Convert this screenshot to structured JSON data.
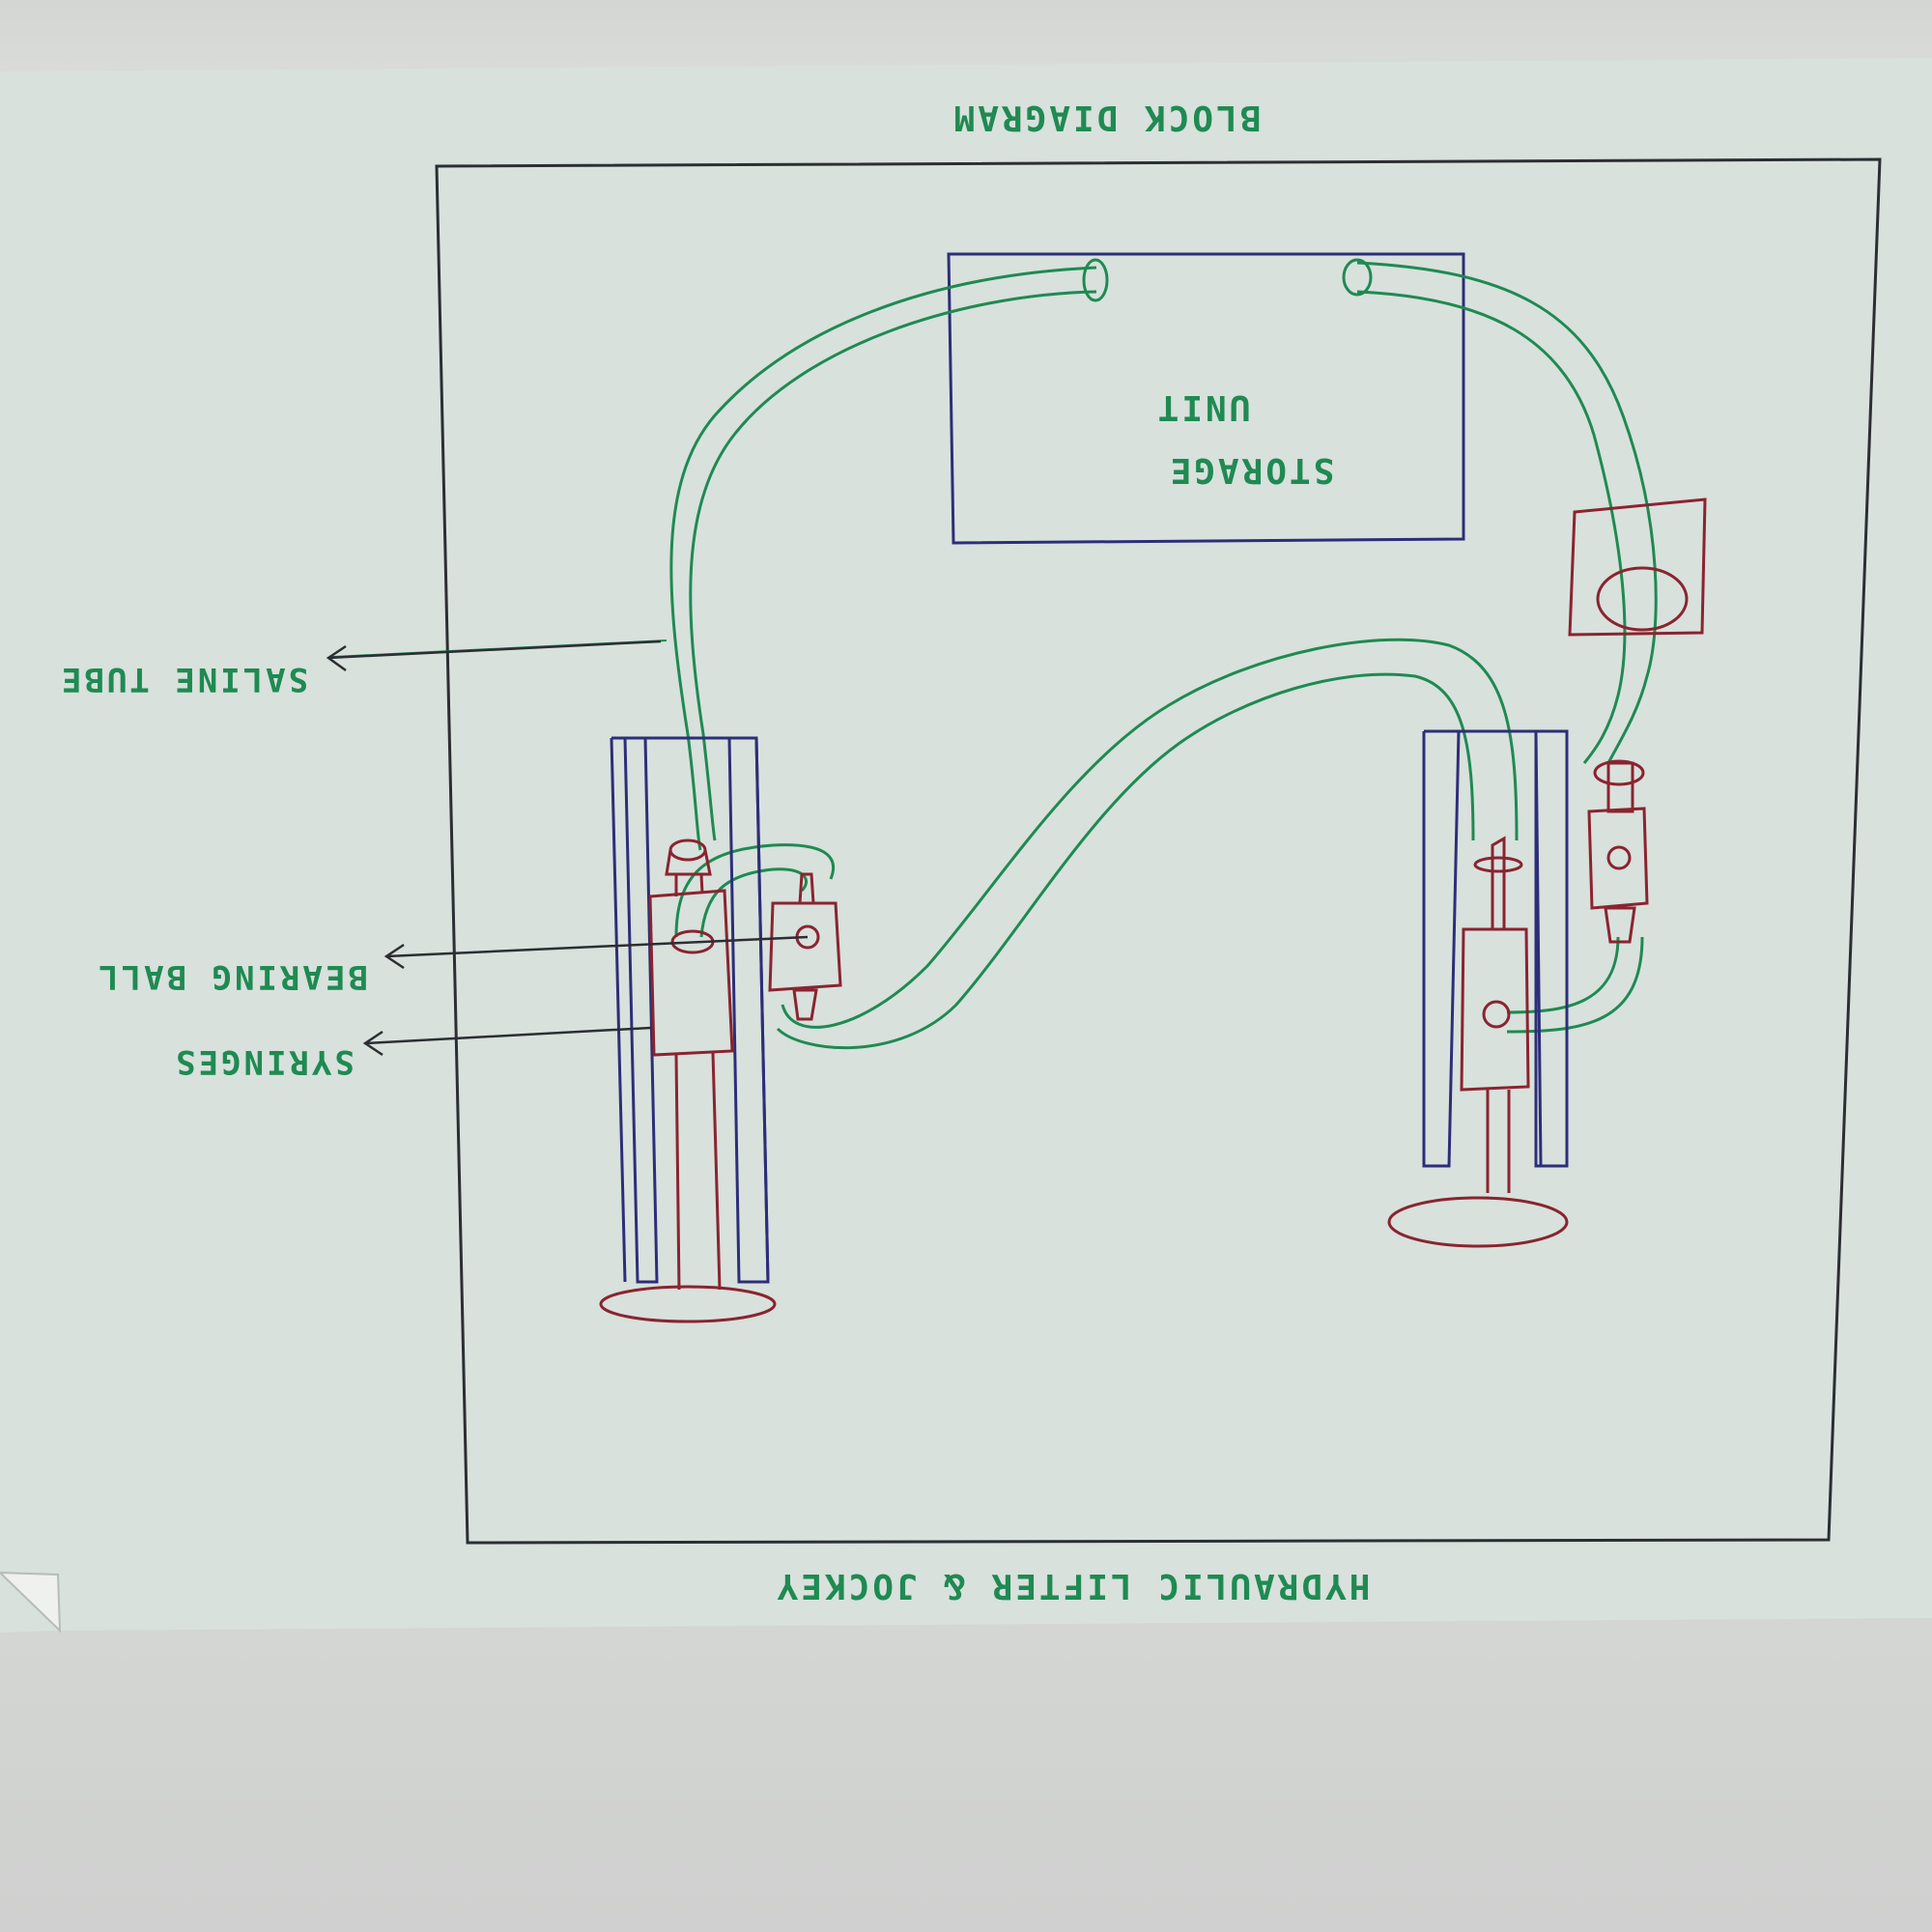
{
  "diagram": {
    "heading": "BLOCK DIAGRAM",
    "footer": "HYDRAULIC LIFTER & JOCKEY",
    "storage_label_line1": "STORAGE",
    "storage_label_line2": "UNIT",
    "labels": {
      "saline_tube": "SALINE TUBE",
      "bearing_ball": "BEARING BALL",
      "syringes": "SYRINGES"
    }
  },
  "colors": {
    "paper": "#d8e1dc",
    "border": "#2c2e33",
    "ink_green": "#1f8a52",
    "ink_maroon": "#8a2430",
    "ink_blue": "#2d2e78"
  }
}
